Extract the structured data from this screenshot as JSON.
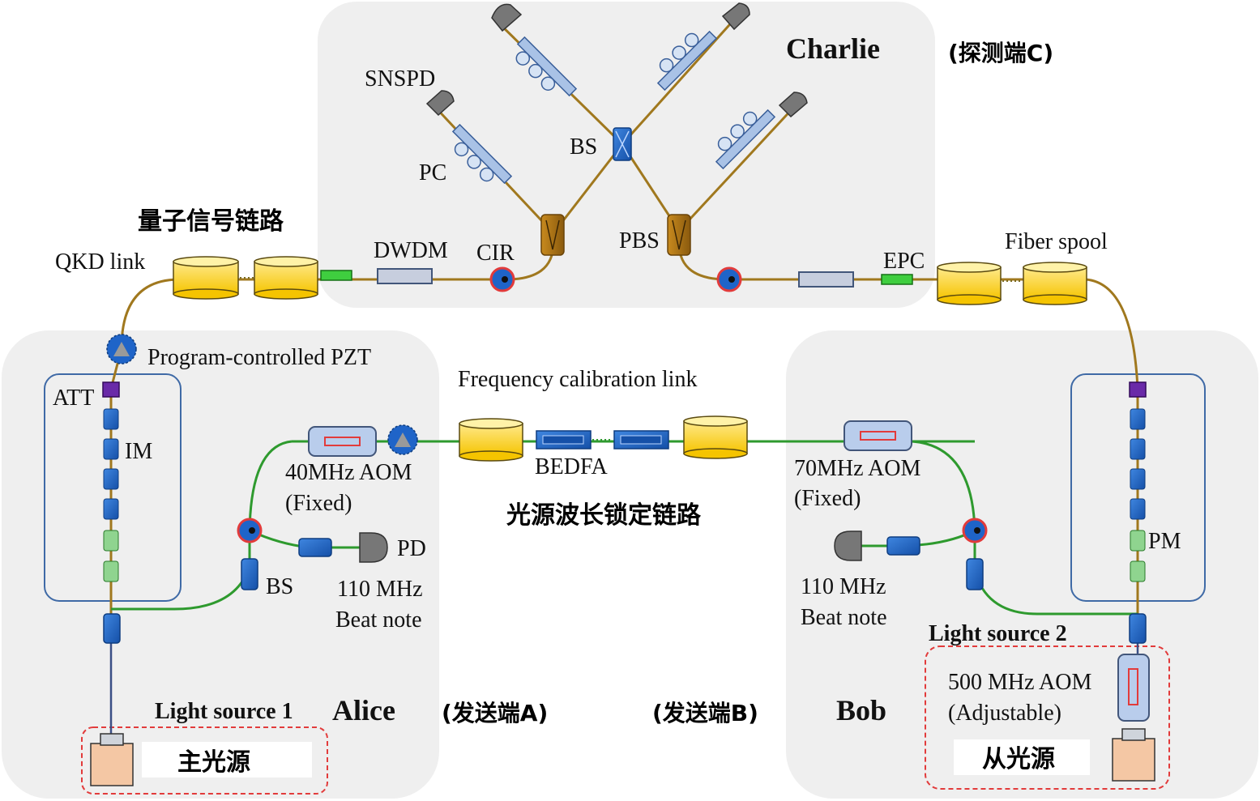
{
  "labels": {
    "charlie": "Charlie",
    "charlie_cn": "(探测端C)",
    "snspd": "SNSPD",
    "pc": "PC",
    "bs_center": "BS",
    "pbs": "PBS",
    "cir": "CIR",
    "dwdm": "DWDM",
    "epc": "EPC",
    "fiber_spool": "Fiber spool",
    "quantum_link_cn": "量子信号链路",
    "qkd_link": "QKD link",
    "pzt": "Program-controlled PZT",
    "att": "ATT",
    "im": "IM",
    "freq_cal_link": "Frequency calibration link",
    "aom40_line1": "40MHz AOM",
    "aom40_line2": "(Fixed)",
    "bedfa": "BEDFA",
    "lock_link_cn": "光源波长锁定链路",
    "aom70_line1": "70MHz AOM",
    "aom70_line2": "(Fixed)",
    "pd": "PD",
    "bs_alice": "BS",
    "beat_alice_line1": "110 MHz",
    "beat_alice_line2": "Beat note",
    "beat_bob_line1": "110 MHz",
    "beat_bob_line2": "Beat note",
    "pm": "PM",
    "light_source_1": "Light source 1",
    "alice": "Alice",
    "alice_cn": "(发送端A)",
    "bob_cn": "(发送端B)",
    "bob": "Bob",
    "light_source_2": "Light source 2",
    "aom500_line1": "500 MHz AOM",
    "aom500_line2": "(Adjustable)",
    "master_cn": "主光源",
    "slave_cn": "从光源"
  },
  "colors": {
    "quantum_fiber": "#a0781e",
    "lock_fiber": "#2e9a2e",
    "spool": "#ffd633",
    "component_blue": "#1f64c8",
    "highlight_red": "#e23b3b"
  }
}
